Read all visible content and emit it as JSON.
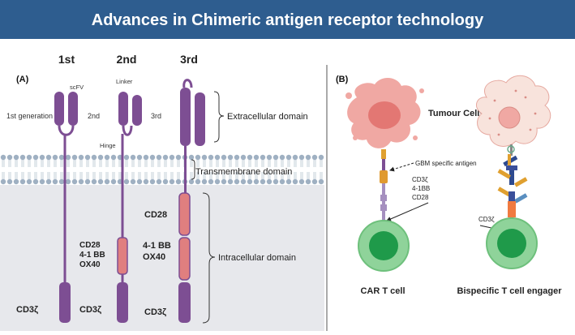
{
  "title": "Advances in Chimeric antigen receptor technology",
  "colors": {
    "banner": "#2e5d8f",
    "purple": "#7d4e93",
    "purple_dark": "#5a3370",
    "pink": "#e07f7f",
    "membrane": "#a9b9c8",
    "cytoplasm": "#e7e8ec",
    "tumour": "#f0a8a3",
    "tcell": "#8fd39a",
    "nucleus": "#1f9a4a"
  },
  "panel_a": {
    "label": "(A)",
    "col_headers": [
      "1st",
      "2nd",
      "3rd"
    ],
    "generation_labels": [
      "1st generation",
      "2nd",
      "3rd"
    ],
    "scfv_label": "scFV",
    "linker_label": "Linker",
    "hinge_label": "Hinge",
    "domains": {
      "extracellular": "Extracellular domain",
      "transmembrane": "Transmembrane domain",
      "intracellular": "Intracellular domain"
    },
    "second_gen_costim": [
      "CD28",
      "4-1 BB",
      "OX40"
    ],
    "third_gen_cd28": "CD28",
    "third_gen_costim": [
      "4-1 BB",
      "OX40"
    ],
    "cd3z": "CD3ζ"
  },
  "panel_b": {
    "label": "(B)",
    "tumour_cells": "Tumour Cells",
    "gbm_antigen": "GBM specific antigen",
    "car_signals": [
      "CD3ζ",
      "4-1BB",
      "CD28"
    ],
    "bite_signal": "CD3ζ",
    "car_t_cell": "CAR T cell",
    "bite": "Bispecific T cell engager"
  }
}
